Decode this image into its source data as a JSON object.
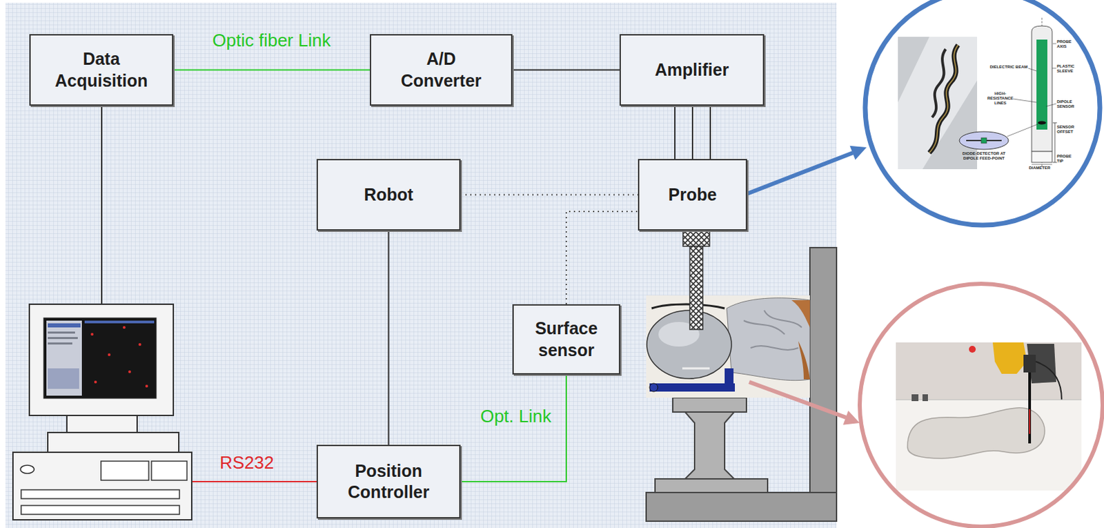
{
  "diagram": {
    "nodes": [
      {
        "text": [
          "Data Acquisition"
        ]
      },
      {
        "text": [
          "A/D Converter"
        ]
      },
      {
        "text": [
          "Amplifier"
        ]
      },
      {
        "text": [
          "Robot"
        ]
      },
      {
        "text": [
          "Probe"
        ]
      },
      {
        "text": [
          "Surface sensor"
        ]
      },
      {
        "text": [
          "Position Controller"
        ]
      }
    ],
    "edges": [
      {
        "from": 0,
        "to": 1,
        "label": "Optic fiber Link",
        "arrow": "none"
      },
      {
        "from": 1,
        "to": 2,
        "arrow": "none"
      },
      {
        "from": 2,
        "to": 4,
        "arrow": "none"
      },
      {
        "from": 2,
        "to": 4,
        "arrow": "none"
      },
      {
        "from": 2,
        "to": 4,
        "arrow": "none"
      },
      {
        "from": 3,
        "to": 4,
        "arrow": "none"
      },
      {
        "from": 3,
        "to": 6,
        "arrow": "none"
      },
      {
        "from": 5,
        "to": 4,
        "arrow": "none"
      },
      {
        "from": 5,
        "to": 6,
        "label": "Opt. Link",
        "arrow": "none"
      }
    ],
    "labels": [
      "RS232",
      "PROBE AXIS",
      "DIELECTRIC BEAM",
      "PLASTIC SLEEVE",
      "HIGH-RESISTANCE LINES",
      "DIPOLE SENSOR",
      "SENSOR OFFSET",
      "DIODE-DETECTOR AT DIPOLE FEED-POINT",
      "DIAMETER",
      "PROBE TIP"
    ]
  }
}
